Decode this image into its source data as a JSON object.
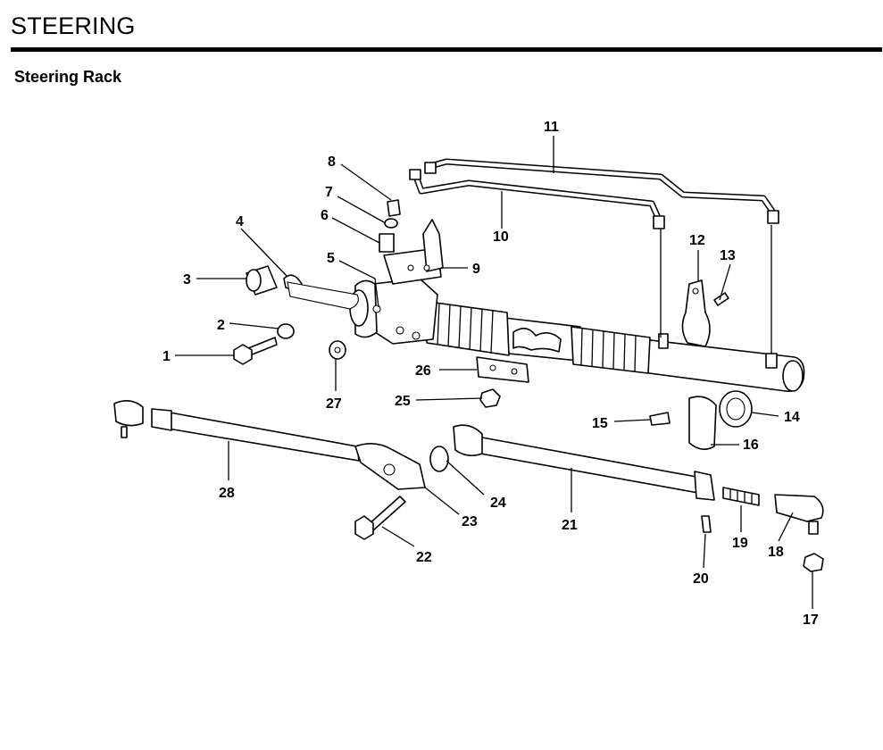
{
  "header": {
    "title": "STEERING",
    "section": "Steering Rack"
  },
  "callouts": [
    "1",
    "2",
    "3",
    "4",
    "5",
    "6",
    "7",
    "8",
    "9",
    "10",
    "11",
    "12",
    "13",
    "14",
    "15",
    "16",
    "17",
    "18",
    "19",
    "20",
    "21",
    "22",
    "23",
    "24",
    "25",
    "26",
    "27",
    "28"
  ]
}
